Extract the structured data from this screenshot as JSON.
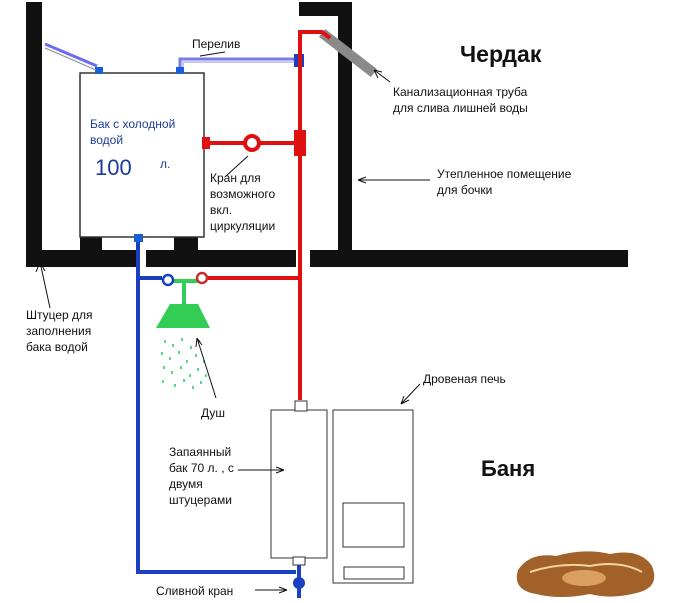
{
  "labels": {
    "attic": "Чердак",
    "bath": "Баня",
    "overflow": "Перелив",
    "sewer_line1": "Канализационная труба",
    "sewer_line2": "для слива лишней воды",
    "insulated_line1": "Утепленное помещение",
    "insulated_line2": "для бочки",
    "valve_line1": "Кран для",
    "valve_line2": "возможного",
    "valve_line3": "вкл.",
    "valve_line4": "циркуляции",
    "fitting_line1": "Штуцер для",
    "fitting_line2": "заполнения",
    "fitting_line3": "бака водой",
    "shower": "Душ",
    "stove": "Дровеная печь",
    "sealed_line1": "Запаянный",
    "sealed_line2": "бак 70 л. , с",
    "sealed_line3": "двумя",
    "sealed_line4": "штуцерами",
    "drain_valve": "Сливной кран",
    "tank_line1": "Бак с холодной",
    "tank_line2": "водой",
    "tank_volume": "100",
    "tank_unit": "л."
  },
  "colors": {
    "wall": "#111111",
    "hot_pipe": "#e01010",
    "cold_pipe": "#1a3fbf",
    "fitting": "#1a5fd8",
    "shower": "#33cc55",
    "tank_text": "#1c3a9c",
    "sewer_pipe": "#888888"
  }
}
